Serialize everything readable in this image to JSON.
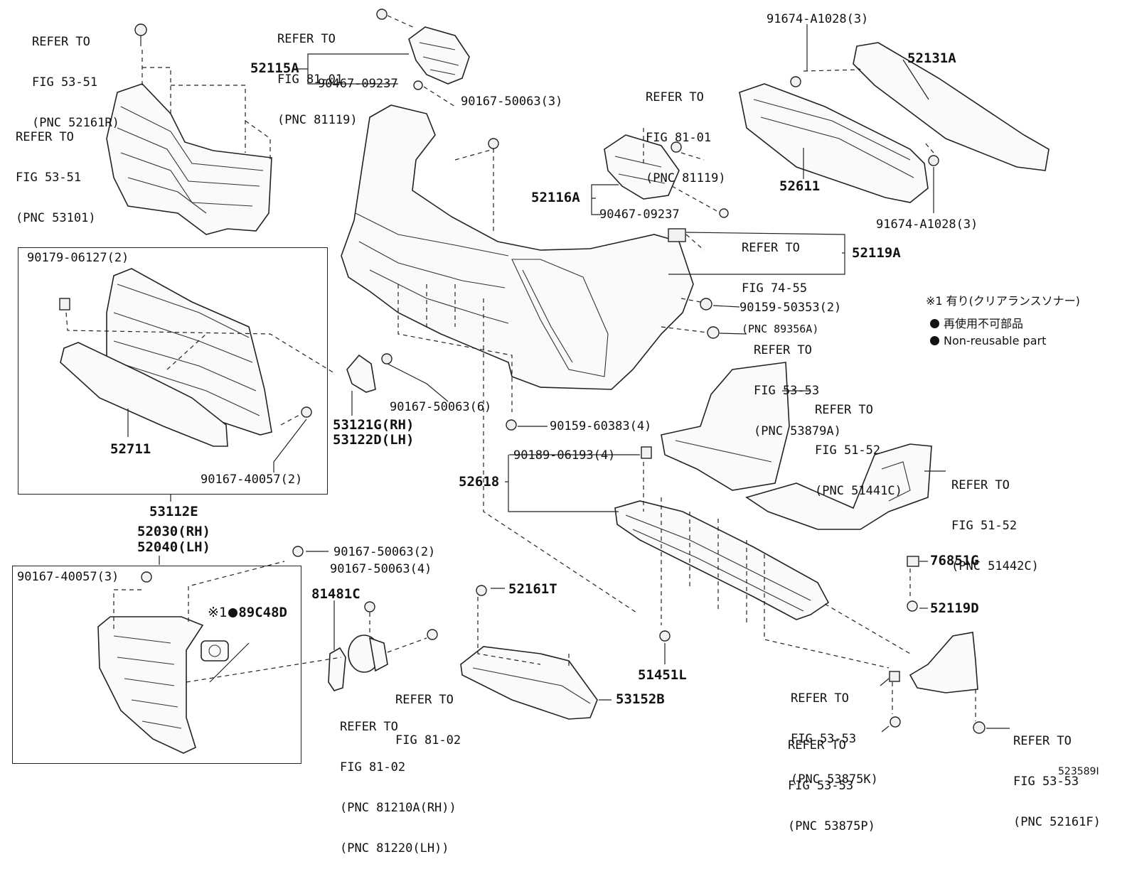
{
  "diagram": {
    "drawing_id": "523589I",
    "legend": {
      "note1": "※1 有り(クリアランスソナー)",
      "non_reusable_jp": "再使用不可部品",
      "non_reusable_en": "Non-reusable part"
    },
    "callouts": {
      "ref_5351_r": [
        "REFER TO",
        "FIG 53-51",
        "(PNC 52161R)"
      ],
      "ref_8101_a": [
        "REFER TO",
        "FIG 81-01",
        "(PNC 81119)"
      ],
      "ref_5351_grille": [
        "REFER TO",
        "FIG 53-51",
        "(PNC 53101)"
      ],
      "ref_8101_b": [
        "REFER TO",
        "FIG 81-01",
        "(PNC 81119)"
      ],
      "ref_7455": [
        "REFER TO",
        "FIG 74-55",
        "(PNC 89356A)"
      ],
      "ref_5353_a": [
        "REFER TO",
        "FIG 53-53",
        "(PNC 53879A)"
      ],
      "ref_5152_a": [
        "REFER TO",
        "FIG 51-52",
        "(PNC 51441C)"
      ],
      "ref_5152_b": [
        "REFER TO",
        "FIG 51-52",
        "(PNC 51442C)"
      ],
      "ref_8102_a": [
        "REFER TO",
        "FIG 81-02"
      ],
      "ref_8102_b": [
        "REFER TO",
        "FIG 81-02",
        "(PNC 81210A(RH))",
        "(PNC 81220(LH))"
      ],
      "ref_5353_k": [
        "REFER TO",
        "FIG 53-53",
        "(PNC 53875K)"
      ],
      "ref_5353_p": [
        "REFER TO",
        "FIG 53-53",
        "(PNC 53875P)"
      ],
      "ref_5353_f": [
        "REFER TO",
        "FIG 53-53",
        "(PNC 52161F)"
      ]
    },
    "parts": {
      "p52115A": "52115A",
      "p9046709237a": "90467-09237",
      "p9016750063_3": "90167-50063(3)",
      "p91674a_top": "91674-A1028(3)",
      "p52131A": "52131A",
      "p52611": "52611",
      "p91674a_bot": "91674-A1028(3)",
      "p52116A": "52116A",
      "p9046709237b": "90467-09237",
      "p52119A": "52119A",
      "p9015950353": "90159-50353(2)",
      "p9017906127": "90179-06127(2)",
      "p53121G": "53121G(RH)",
      "p53122D": "53122D(LH)",
      "p9016750063_6": "90167-50063(6)",
      "p52711": "52711",
      "p9016740057_2": "90167-40057(2)",
      "p53112E": "53112E",
      "p52030": "52030(RH)",
      "p52040": "52040(LH)",
      "p9015960383": "90159-60383(4)",
      "p9018906193": "90189-06193(4)",
      "p52618": "52618",
      "p9016750063_2": "90167-50063(2)",
      "p9016750063_4": "90167-50063(4)",
      "p9016740057_3": "90167-40057(3)",
      "p81481C": "81481C",
      "p89C48D_prefix": "※1",
      "p89C48D": "89C48D",
      "p52161T": "52161T",
      "p76851G": "76851G",
      "p52119D": "52119D",
      "p51451L": "51451L",
      "p53152B": "53152B"
    }
  }
}
